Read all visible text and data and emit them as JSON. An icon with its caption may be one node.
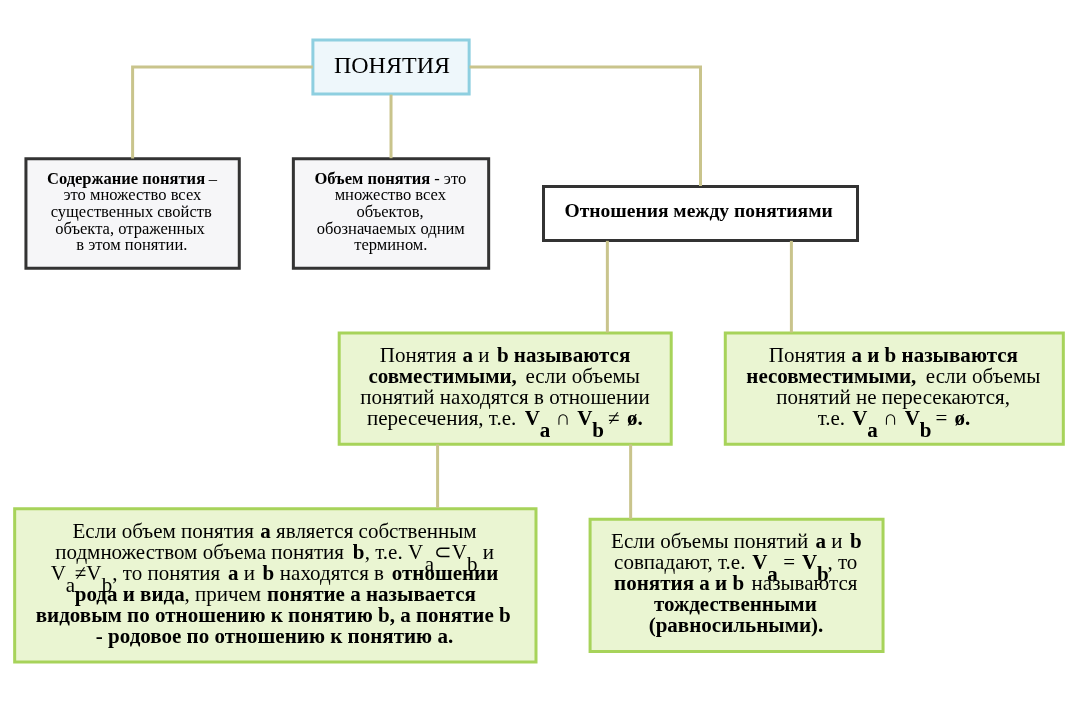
{
  "diagram": {
    "nodes": [
      {
        "text": [
          "ПОНЯТИЯ"
        ]
      },
      {
        "text": [
          "**Содержание понятия** – это множество всех существенных свойств объекта, отраженных в этом понятии."
        ]
      },
      {
        "text": [
          "**Объем понятия** - это множество всех объектов, обозначаемых одним термином."
        ]
      },
      {
        "text": [
          "**Отношения между понятиями**"
        ]
      },
      {
        "text": [
          "Понятия **a** и **b называются совместимыми,** если объемы понятий находятся в отношении пересечения, т.е. **V$_{a}$** ∩ **V$_{b}$** ≠ **ø.**"
        ]
      },
      {
        "text": [
          "Понятия **a и b называются несовместимыми,** если объемы понятий не пересекаются, т.е. **V$_{a}$** ∩ **V$_{b}$** = **ø.**"
        ]
      },
      {
        "text": [
          "Если объем понятия **a** является собственным подмножеством объема понятия **b**, т.е. V$_{a}$⊂V$_{b}$ и V$_{a}$≠V$_{b}$, то понятия **a** и **b** находятся в **отношении рода и вида**, причем **понятие a называется видовым по отношению к понятию b, а понятие b - родовое по отношению к понятию a.**"
        ]
      },
      {
        "text": [
          "Если объемы понятий **a** и **b** совпадают, т.е. **V$_{a}$** = **V$_{b}$**, то **понятия a и b** называются **тождественными (равносильными).**"
        ]
      }
    ],
    "edges": [
      {
        "from": 0,
        "to": 1,
        "arrow": "none"
      },
      {
        "from": 0,
        "to": 2,
        "arrow": "none"
      },
      {
        "from": 0,
        "to": 3,
        "arrow": "none"
      },
      {
        "from": 3,
        "to": 4,
        "arrow": "none"
      },
      {
        "from": 3,
        "to": 5,
        "arrow": "none"
      },
      {
        "from": 4,
        "to": 6,
        "arrow": "none"
      },
      {
        "from": 4,
        "to": 7,
        "arrow": "none"
      }
    ]
  }
}
